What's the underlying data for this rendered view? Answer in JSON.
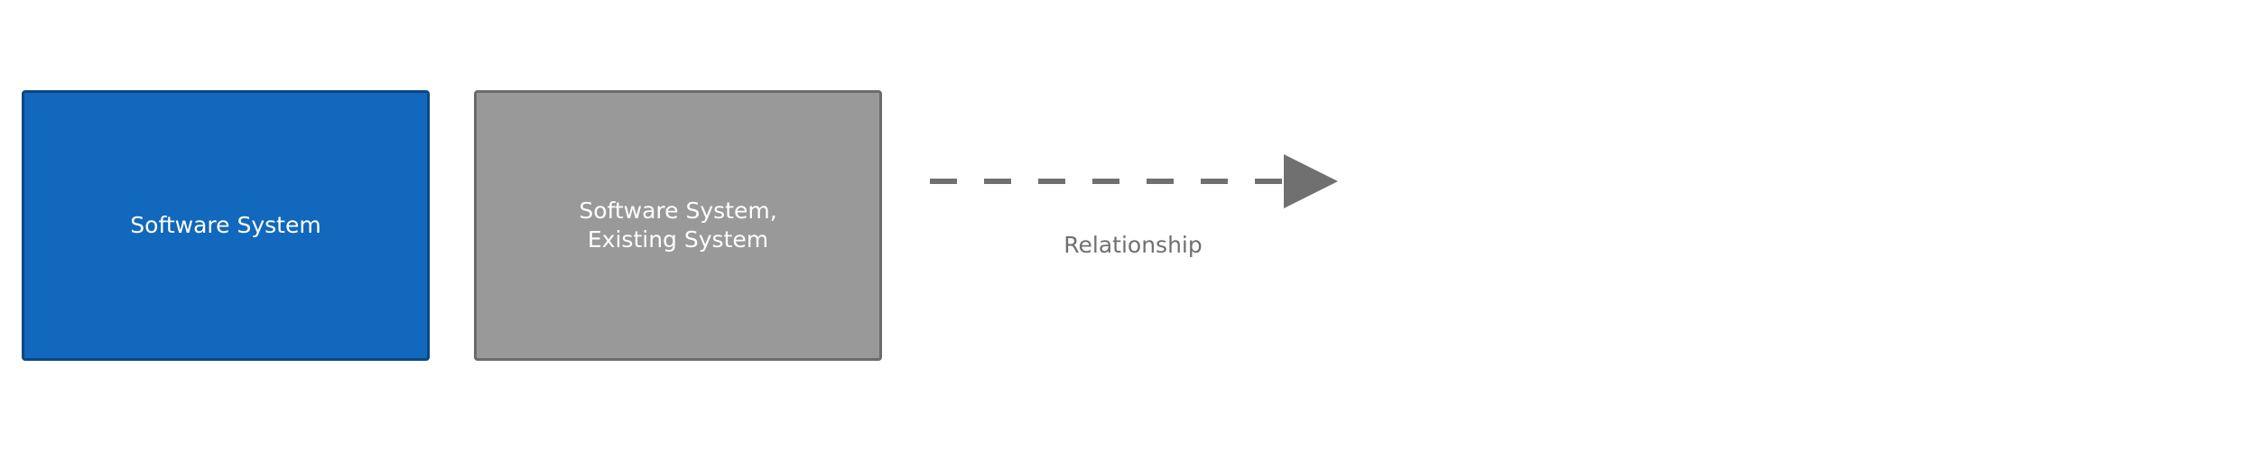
{
  "legend": {
    "elements": [
      {
        "label": "Software System",
        "color": "#1168bd",
        "border": "#0b4884"
      },
      {
        "label": "Software System, Existing System",
        "color": "#999999",
        "border": "#6b6b6b"
      }
    ],
    "relationship": {
      "label": "Relationship",
      "line_style": "dashed",
      "color": "#707070"
    }
  }
}
